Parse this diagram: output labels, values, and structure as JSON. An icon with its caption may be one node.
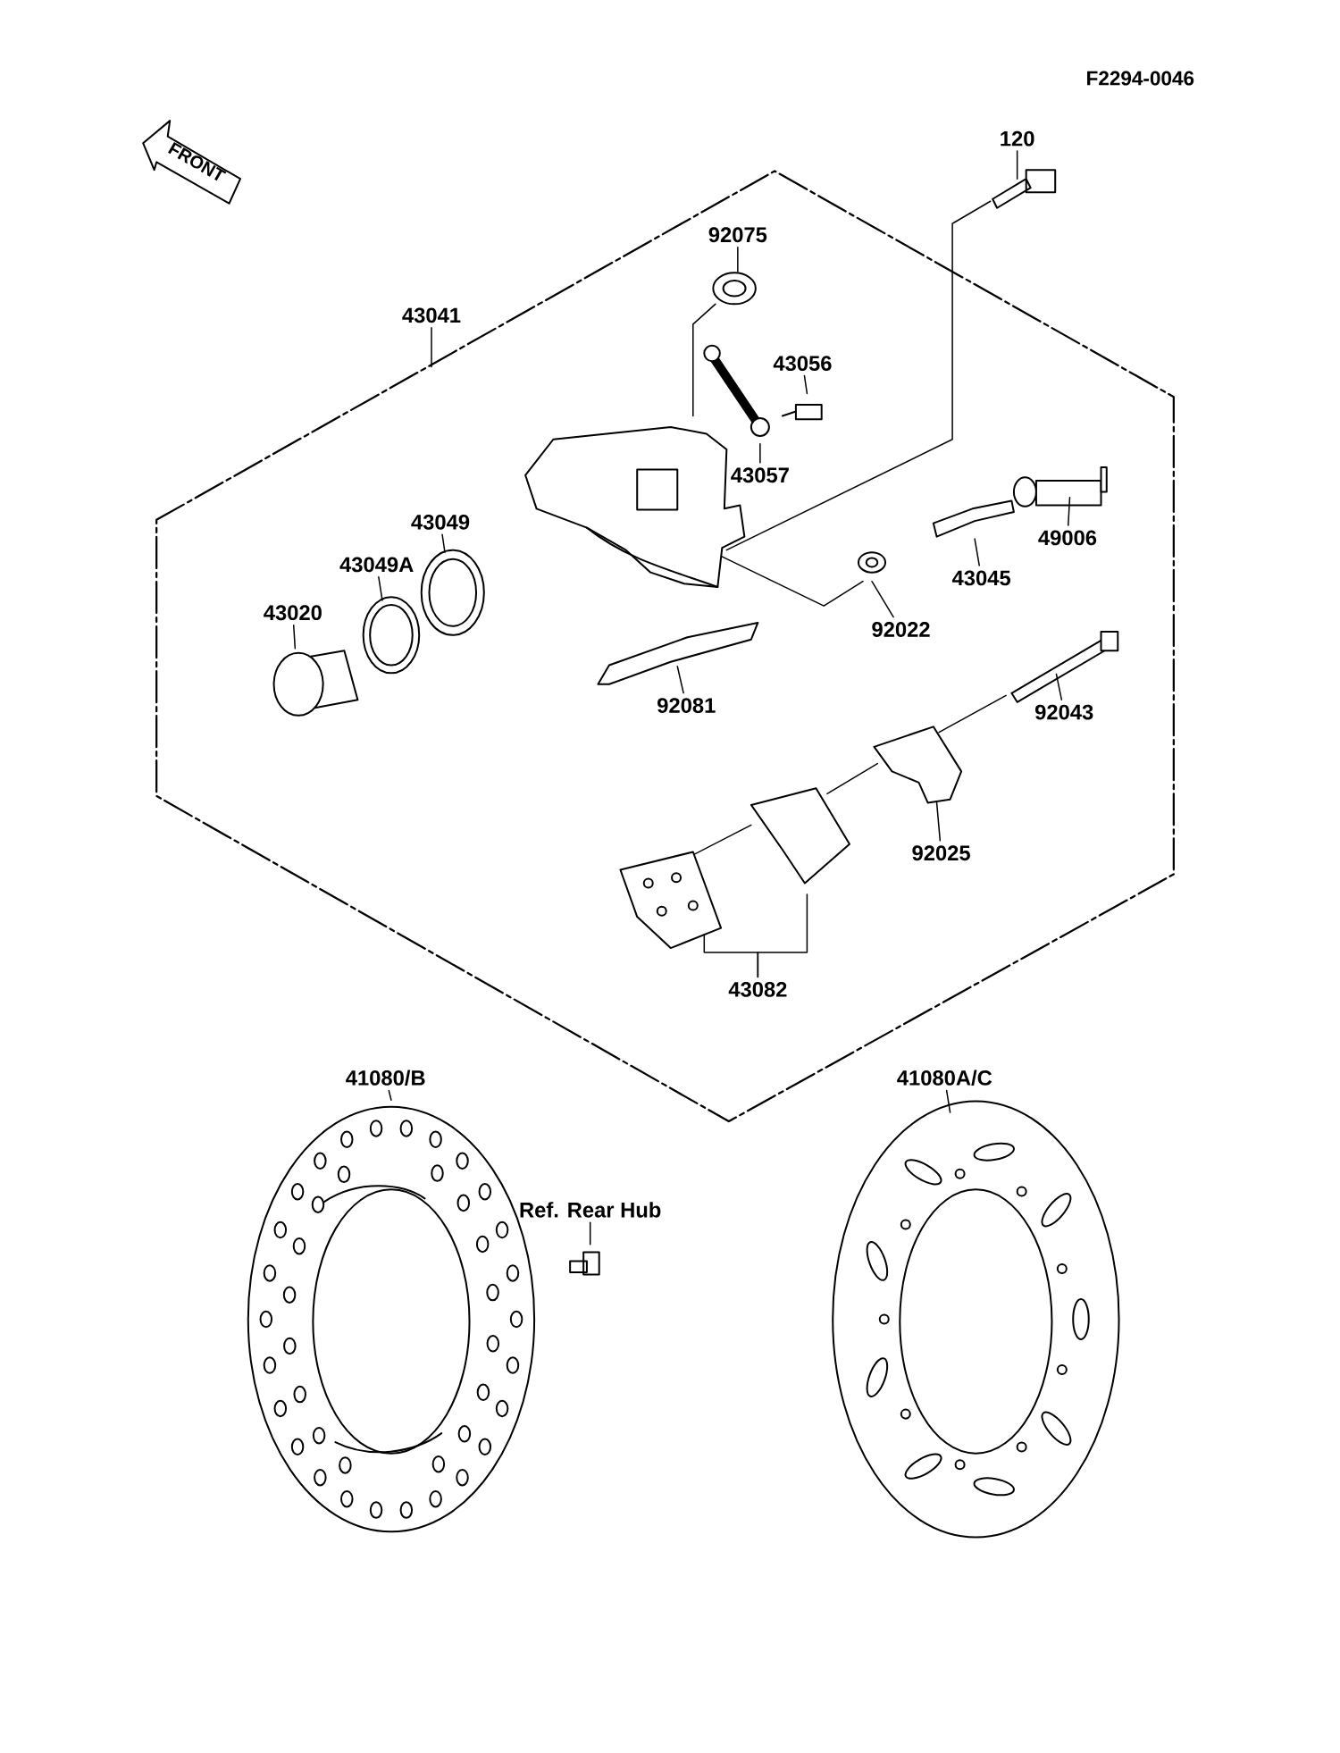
{
  "diagram": {
    "nodes": [
      {
        "text": [
          "120"
        ]
      },
      {
        "text": [
          "92075"
        ]
      },
      {
        "text": [
          "43041"
        ]
      },
      {
        "text": [
          "43056"
        ]
      },
      {
        "text": [
          "43057"
        ]
      },
      {
        "text": [
          "43049"
        ]
      },
      {
        "text": [
          "43049A"
        ]
      },
      {
        "text": [
          "43020"
        ]
      },
      {
        "text": [
          "49006"
        ]
      },
      {
        "text": [
          "43045"
        ]
      },
      {
        "text": [
          "92022"
        ]
      },
      {
        "text": [
          "92081"
        ]
      },
      {
        "text": [
          "92043"
        ]
      },
      {
        "text": [
          "92025"
        ]
      },
      {
        "text": [
          "43082"
        ]
      },
      {
        "text": [
          "41080/B"
        ]
      },
      {
        "text": [
          "Ref. Rear Hub"
        ]
      },
      {
        "text": [
          "41080A/C"
        ]
      }
    ],
    "edges": [
      {
        "from": 0,
        "to": null,
        "arrow": "none"
      },
      {
        "from": 1,
        "to": null,
        "arrow": "none"
      },
      {
        "from": 2,
        "to": null,
        "arrow": "none"
      },
      {
        "from": 3,
        "to": null,
        "arrow": "none"
      },
      {
        "from": 4,
        "to": null,
        "arrow": "none"
      },
      {
        "from": 5,
        "to": null,
        "arrow": "none"
      },
      {
        "from": 6,
        "to": null,
        "arrow": "none"
      },
      {
        "from": 7,
        "to": null,
        "arrow": "none"
      },
      {
        "from": 8,
        "to": null,
        "arrow": "none"
      },
      {
        "from": 9,
        "to": null,
        "arrow": "none"
      },
      {
        "from": 10,
        "to": null,
        "arrow": "none"
      },
      {
        "from": 11,
        "to": null,
        "arrow": "none"
      },
      {
        "from": 12,
        "to": null,
        "arrow": "none"
      },
      {
        "from": 13,
        "to": null,
        "arrow": "none"
      },
      {
        "from": 14,
        "to": null,
        "arrow": "none"
      },
      {
        "from": 14,
        "to": null,
        "arrow": "none"
      },
      {
        "from": 15,
        "to": null,
        "arrow": "none"
      },
      {
        "from": 16,
        "to": null,
        "arrow": "none"
      },
      {
        "from": 17,
        "to": null,
        "arrow": "none"
      }
    ],
    "labels": [
      "F2294-0046",
      "FRONT"
    ]
  }
}
